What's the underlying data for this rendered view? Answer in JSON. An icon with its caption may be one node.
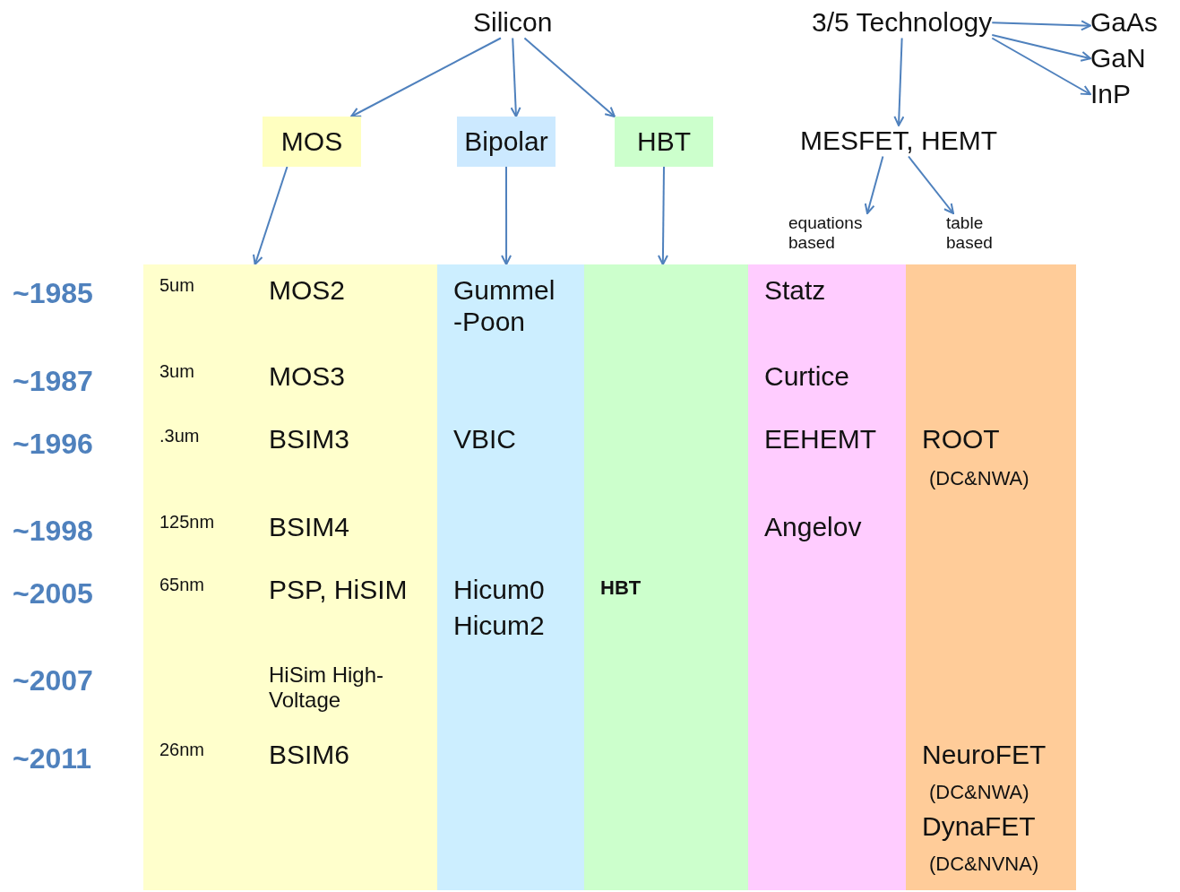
{
  "diagram": {
    "nodes": [
      {
        "text": [
          "Silicon"
        ]
      },
      {
        "text": [
          "3/5 Technology"
        ]
      },
      {
        "text": [
          "GaAs"
        ]
      },
      {
        "text": [
          "GaN"
        ]
      },
      {
        "text": [
          "InP"
        ]
      },
      {
        "text": [
          "MOS"
        ]
      },
      {
        "text": [
          "Bipolar"
        ]
      },
      {
        "text": [
          "HBT"
        ]
      },
      {
        "text": [
          "MESFET, HEMT"
        ]
      },
      {
        "text": [
          "equations based"
        ]
      },
      {
        "text": [
          "table based"
        ]
      },
      {
        "text": [
          "5um",
          "MOS2",
          "3um",
          "MOS3",
          ".3um",
          "BSIM3",
          "125nm",
          "BSIM4",
          "65nm",
          "PSP, HiSIM",
          "HiSim High-Voltage",
          "26nm",
          "BSIM6"
        ]
      },
      {
        "text": [
          "Gummel -Poon",
          "VBIC",
          "Hicum0",
          "Hicum2"
        ]
      },
      {
        "text": [
          "HBT"
        ]
      },
      {
        "text": [
          "Statz",
          "Curtice",
          "EEHEMT",
          "Angelov"
        ]
      },
      {
        "text": [
          "ROOT",
          "(DC&NWA)",
          "NeuroFET",
          "(DC&NWA)",
          "DynaFET",
          "(DC&NVNA)"
        ]
      }
    ],
    "edges": [
      {
        "from": 0,
        "to": 5,
        "arrow": "to"
      },
      {
        "from": 0,
        "to": 6,
        "arrow": "to"
      },
      {
        "from": 0,
        "to": 7,
        "arrow": "to"
      },
      {
        "from": 1,
        "to": 8,
        "arrow": "to"
      },
      {
        "from": 1,
        "to": 2,
        "arrow": "to"
      },
      {
        "from": 1,
        "to": 3,
        "arrow": "to"
      },
      {
        "from": 1,
        "to": 4,
        "arrow": "to"
      },
      {
        "from": 8,
        "to": 9,
        "arrow": "to"
      },
      {
        "from": 8,
        "to": 10,
        "arrow": "to"
      },
      {
        "from": 5,
        "to": 11,
        "arrow": "to"
      },
      {
        "from": 6,
        "to": 12,
        "arrow": "to"
      },
      {
        "from": 7,
        "to": 13,
        "arrow": "to"
      }
    ],
    "labels": [
      "~1985",
      "~1987",
      "~1996",
      "~1998",
      "~2005",
      "~2007",
      "~2011"
    ]
  }
}
